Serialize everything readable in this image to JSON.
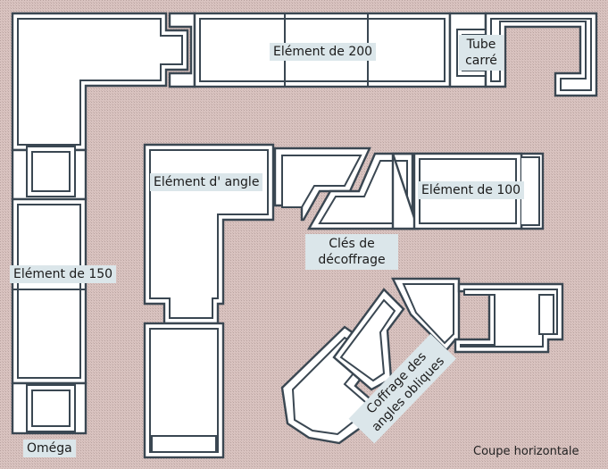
{
  "labels": {
    "element_200": "Elément de 200",
    "tube_carre_1": "Tube",
    "tube_carre_2": "carré",
    "element_angle": "Elément d' angle",
    "element_100": "Elément de 100",
    "cles_1": "Clés de",
    "cles_2": "décoffrage",
    "element_150": "Elément de 150",
    "omega": "Oméga",
    "coffrage_1": "Coffrage des",
    "coffrage_2": "angles obliques",
    "caption": "Coupe horizontale"
  },
  "colors": {
    "background": "#d9c3c0",
    "hatch": "#b9a3a0",
    "outline": "#3a4752",
    "label_bg": "#dbe6ea"
  }
}
